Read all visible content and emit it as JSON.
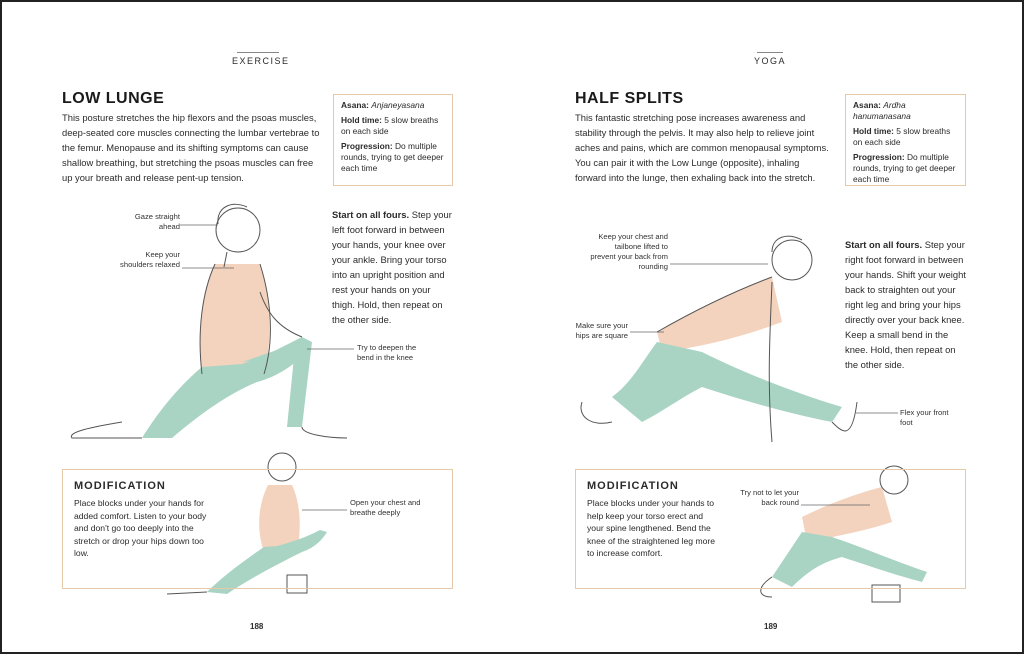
{
  "left": {
    "section": "EXERCISE",
    "title": "LOW LUNGE",
    "intro": "This posture stretches the hip flexors and the psoas muscles, deep-seated core muscles connecting the lumbar vertebrae to the femur. Menopause and its shifting symptoms can cause shallow breathing, but stretching the psoas muscles can free up your breath and release pent-up tension.",
    "info": {
      "asana_label": "Asana:",
      "asana_value": "Anjaneyasana",
      "hold_label": "Hold time:",
      "hold_value": "5 slow breaths on each side",
      "prog_label": "Progression:",
      "prog_value": "Do multiple rounds, trying to get deeper each time"
    },
    "steps_lead": "Start on all fours.",
    "steps_text": "Step your left foot forward in between your hands, your knee over your ankle. Bring your torso into an upright position and rest your hands on your thigh. Hold, then repeat on the other side.",
    "labels": {
      "gaze": "Gaze straight ahead",
      "shoulders": "Keep your shoulders relaxed",
      "deepen": "Try to deepen the bend in the knee",
      "chest": "Open your chest and breathe deeply"
    },
    "mod_title": "MODIFICATION",
    "mod_text": "Place blocks under your hands for added comfort. Listen to your body and don't go too deeply into the stretch or drop your hips down too low.",
    "page": "188"
  },
  "right": {
    "section": "YOGA",
    "title": "HALF SPLITS",
    "intro": "This fantastic stretching pose increases awareness and stability through the pelvis. It may also help to relieve joint aches and pains, which are common menopausal symptoms. You can pair it with the Low Lunge (opposite), inhaling forward into the lunge, then exhaling back into the stretch.",
    "info": {
      "asana_label": "Asana:",
      "asana_value": "Ardha hanumanasana",
      "hold_label": "Hold time:",
      "hold_value": "5 slow breaths on each side",
      "prog_label": "Progression:",
      "prog_value": "Do multiple rounds, trying to get deeper each time"
    },
    "steps_lead": "Start on all fours.",
    "steps_text": "Step your right foot forward in between your hands. Shift your weight back to straighten out your right leg and bring your hips directly over your back knee. Keep a small bend in the knee. Hold, then repeat on the other side.",
    "labels": {
      "chest": "Keep your chest and tailbone lifted to prevent your back from rounding",
      "hips": "Make sure your hips are square",
      "flex": "Flex your front foot",
      "round": "Try not to let your back round"
    },
    "mod_title": "MODIFICATION",
    "mod_text": "Place blocks under your hands to help keep your torso erect and your spine lengthened. Bend the knee of the straightened leg more to increase comfort.",
    "page": "189"
  },
  "colors": {
    "peach": "#f3d3bd",
    "mint": "#a9d4c4",
    "border": "#e6c9a8",
    "line": "#555555"
  }
}
